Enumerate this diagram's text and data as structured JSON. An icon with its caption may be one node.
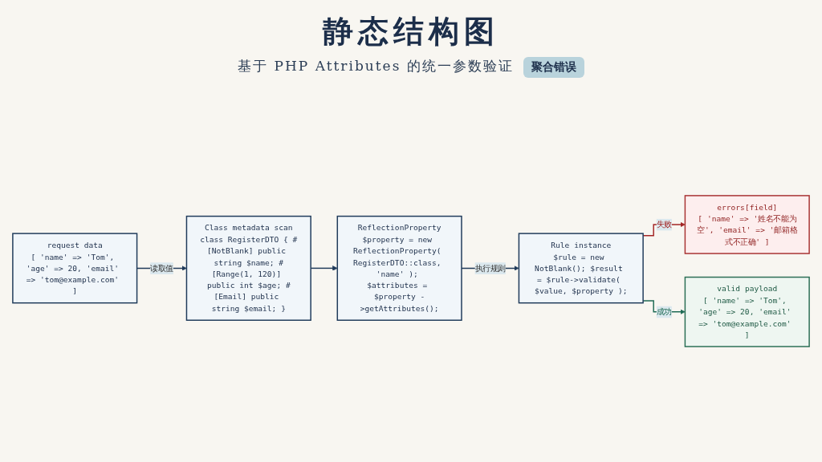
{
  "diagram": {
    "title": "静态结构图",
    "nodes": [
      {
        "text": [
          "request data",
          "[ 'name' => 'Tom', 'age' => 20, 'email' => 'tom@example.com' ]"
        ]
      },
      {
        "text": [
          "Class metadata scan",
          "class RegisterDTO { #[NotBlank] public string $name; #[Range(1, 120)] public int $age; #[Email] public string $email; }"
        ]
      },
      {
        "text": [
          "ReflectionProperty",
          "$property = new ReflectionProperty( RegisterDTO::class, 'name' ); $attributes = $property ->getAttributes();"
        ]
      },
      {
        "text": [
          "Rule instance",
          "$rule = new NotBlank(); $result = $rule->validate( $value, $property );"
        ]
      },
      {
        "text": [
          "errors[field]",
          "[ 'name' => '姓名不能为空', 'email' => '邮箱格式不正确' ]"
        ]
      },
      {
        "text": [
          "valid payload",
          "[ 'name' => 'Tom', 'age' => 20, 'email' => 'tom@example.com' ]"
        ]
      }
    ],
    "edges": [
      {
        "from": 0,
        "to": 1,
        "arrow": "to",
        "label": "读取值"
      },
      {
        "from": 1,
        "to": 2,
        "arrow": "to"
      },
      {
        "from": 2,
        "to": 3,
        "arrow": "to",
        "label": "执行规则"
      },
      {
        "from": 3,
        "to": 4,
        "arrow": "to",
        "label": "失败",
        "color": "#a32626"
      },
      {
        "from": 3,
        "to": 5,
        "arrow": "to",
        "label": "成功",
        "color": "#1f6b55"
      }
    ],
    "labels": [
      "基于 PHP Attributes 的统一参数验证",
      "聚合错误"
    ]
  }
}
